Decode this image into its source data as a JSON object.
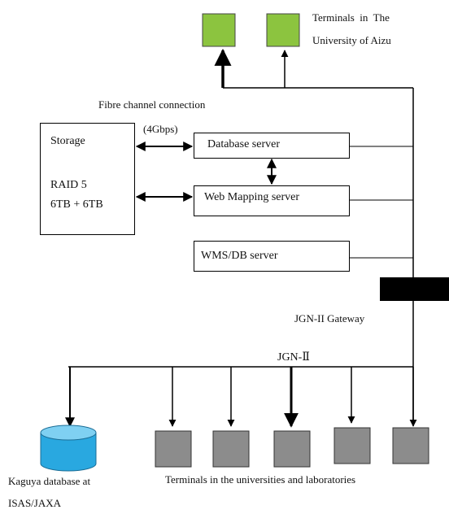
{
  "terminals_aizu": {
    "line1": "Terminals  in  The",
    "line2": "University of Aizu"
  },
  "fibre_label": "Fibre channel connection",
  "gbps_label": "(4Gbps)",
  "storage": {
    "title": "Storage",
    "raid": "RAID 5",
    "capacity": "6TB + 6TB"
  },
  "servers": {
    "database": "Database server",
    "web_mapping": "Web Mapping server",
    "wms_db": "WMS/DB server"
  },
  "gateway_label": "JGN-II Gateway",
  "jgn_label": "JGN-Ⅱ",
  "kaguya": {
    "line1": "Kaguya database at",
    "line2": "ISAS/JAXA"
  },
  "terminals_universities": "Terminals in the universities and laboratories",
  "colors": {
    "green_terminal": "#8cc43f",
    "gray_terminal": "#8c8c8c",
    "database_blue": "#29a8e0",
    "gateway": "#000000"
  }
}
